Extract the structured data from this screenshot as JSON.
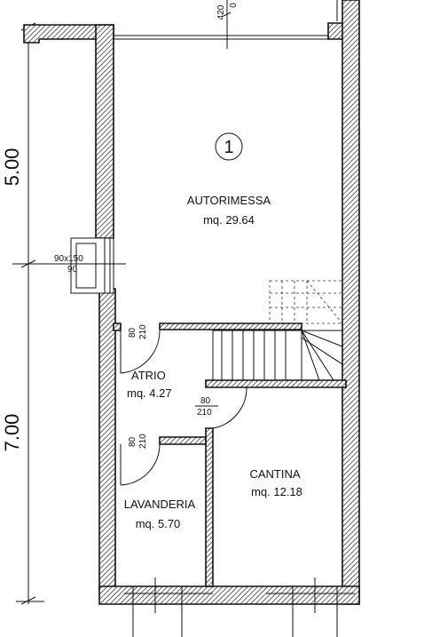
{
  "rooms": [
    {
      "id": "autorimessa",
      "name": "AUTORIMESSA",
      "area": "mq. 29.64"
    },
    {
      "id": "atrio",
      "name": "ATRIO",
      "area": "mq. 4.27"
    },
    {
      "id": "cantina",
      "name": "CANTINA",
      "area": "mq. 12.18"
    },
    {
      "id": "lavanderia",
      "name": "LAVANDERIA",
      "area": "mq. 5.70"
    }
  ],
  "unit_marker": "1",
  "dimensions": {
    "upper_height": "5.00",
    "lower_height": "7.00",
    "top_cut": "420",
    "top_cut_2": "0"
  },
  "openings": [
    {
      "id": "door-atrio-top",
      "width": "80",
      "height": "210"
    },
    {
      "id": "door-cantina",
      "width": "80",
      "height": "210"
    },
    {
      "id": "door-lavanderia",
      "width": "80",
      "height": "210"
    },
    {
      "id": "window-side",
      "width": "90x150",
      "height": "90"
    }
  ]
}
